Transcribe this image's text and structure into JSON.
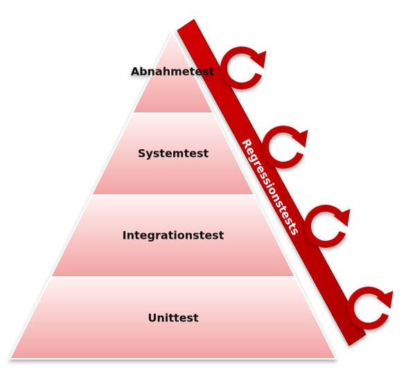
{
  "pyramid": {
    "levels": [
      {
        "label": "Abnahmetest"
      },
      {
        "label": "Systemtest"
      },
      {
        "label": "Integrationstest"
      },
      {
        "label": "Unittest"
      }
    ]
  },
  "band": {
    "label": "Regressionstests"
  },
  "cycle_icon_count": 4,
  "colors": {
    "band_red": "#c00000",
    "tier_top": "#fff2f2",
    "tier_bottom": "#f2a2a2",
    "tier_border": "#ffffff"
  }
}
